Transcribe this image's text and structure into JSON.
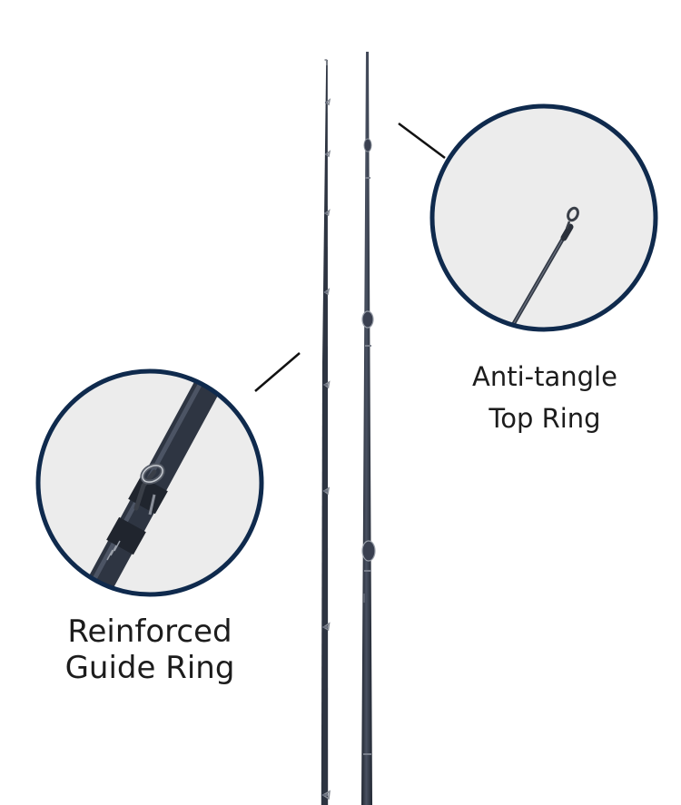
{
  "callouts": {
    "top_ring": {
      "line1": "Anti-tangle",
      "line2": "Top Ring"
    },
    "guide_ring": {
      "line1": "Reinforced",
      "line2": "Guide Ring"
    }
  },
  "colors": {
    "background": "#ffffff",
    "circle_border": "#0f2a4d",
    "circle_fill": "#ececec",
    "rod_blank": "#2b3240",
    "rod_highlight": "#5a6272",
    "label_text": "#1c1c1c"
  }
}
